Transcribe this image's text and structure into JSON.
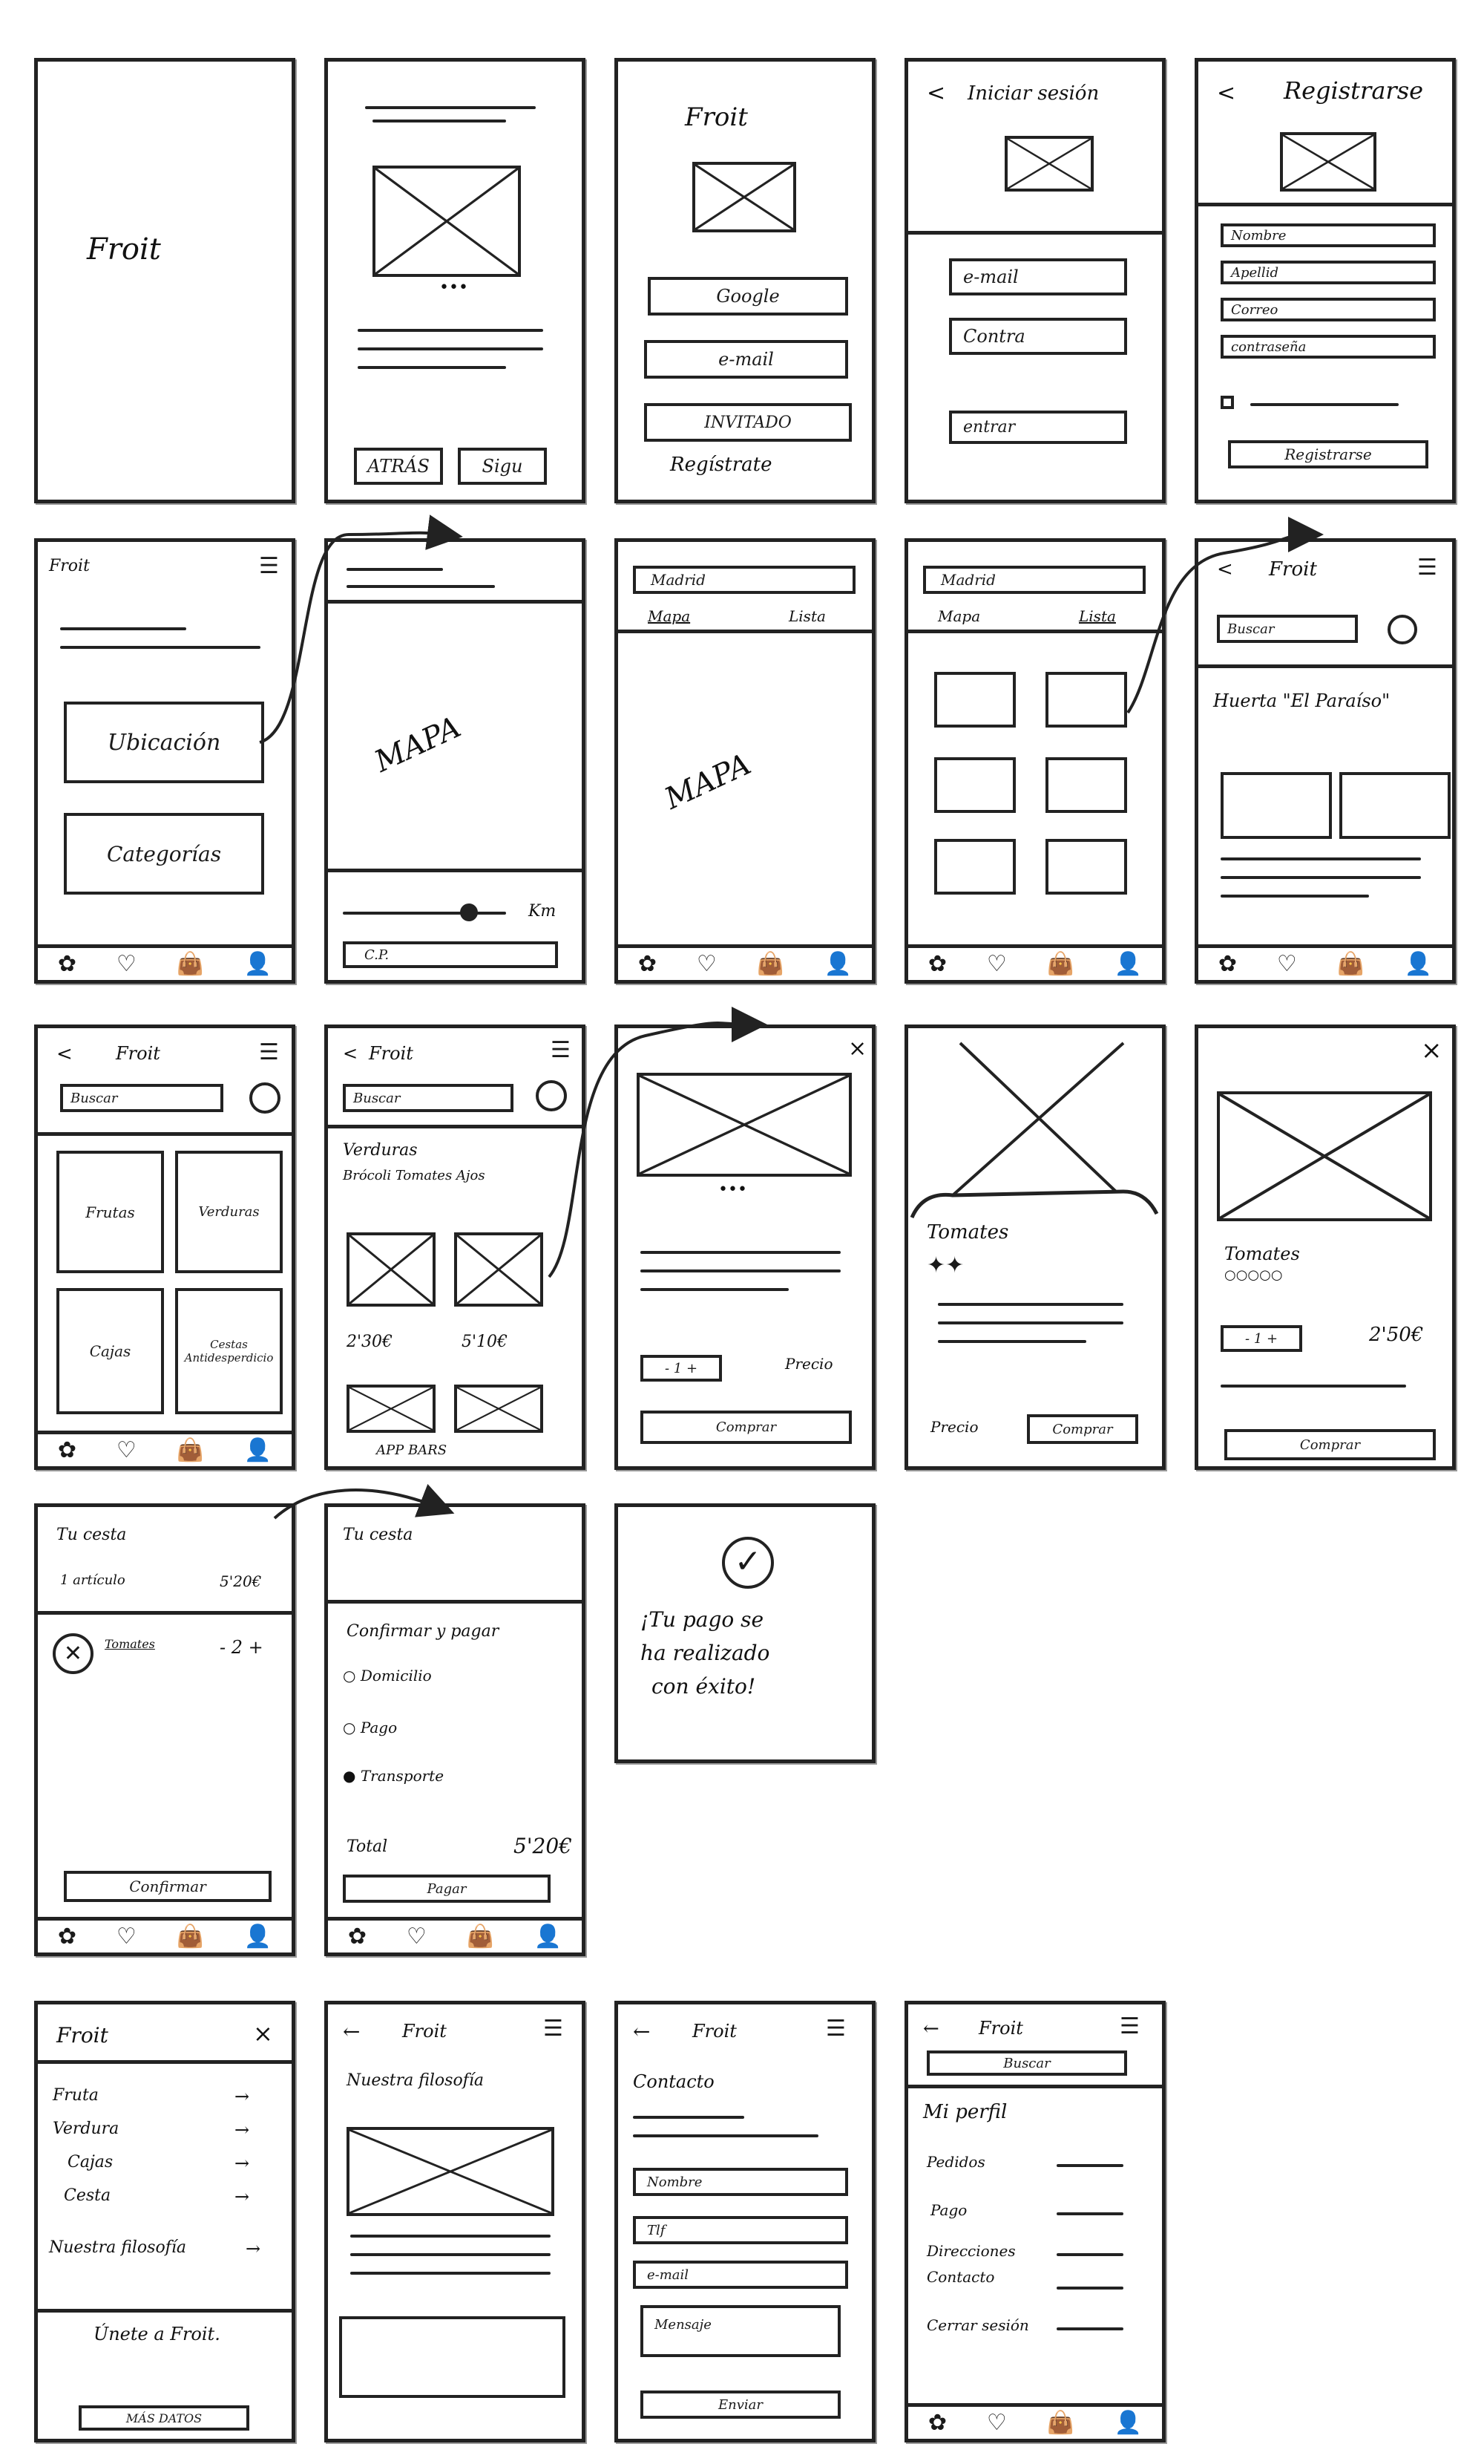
{
  "screens": {
    "splash": {
      "logo": "Froit"
    },
    "onboarding": {
      "dots": "•••",
      "back": "ATRÁS",
      "next": "Sigu"
    },
    "welcome": {
      "logo": "Froit",
      "google": "Google",
      "email": "e-mail",
      "guest": "INVITADO",
      "register": "Regístrate"
    },
    "login": {
      "back": "<",
      "title": "Iniciar sesión",
      "email": "e-mail",
      "password": "Contra",
      "enter": "entrar"
    },
    "signup": {
      "back": "<",
      "title": "Registrarse",
      "name": "Nombre",
      "surname": "Apellid",
      "mail": "Correo",
      "password": "contraseña",
      "submit": "Registrarse"
    },
    "home": {
      "logo": "Froit",
      "location": "Ubicación",
      "categories": "Categorías"
    },
    "map_select": {
      "map": "MAPA",
      "km": "Km",
      "cp": "C.P."
    },
    "map_view": {
      "city": "Madrid",
      "tab_map": "Mapa",
      "tab_list": "Lista",
      "map": "MAPA"
    },
    "list_view": {
      "city": "Madrid",
      "tab_map": "Mapa",
      "tab_list": "Lista"
    },
    "farm": {
      "back": "<",
      "logo": "Froit",
      "search": "Buscar",
      "farm_name": "Huerta \"El Paraíso\""
    },
    "categories": {
      "back": "<",
      "logo": "Froit",
      "search": "Buscar",
      "c1": "Frutas",
      "c2": "Verduras",
      "c3": "Cajas",
      "c4": "Cestas Antidesperdicio"
    },
    "vegetables": {
      "back": "<",
      "logo": "Froit",
      "search": "Buscar",
      "title": "Verduras",
      "filters": "Brócoli Tomates Ajos",
      "price1": "2'30€",
      "price2": "5'10€",
      "footer": "APP BARS"
    },
    "product_modal": {
      "close": "×",
      "dots": "•••",
      "stepper": "- 1 +",
      "price": "Precio",
      "buy": "Comprar"
    },
    "product_sheet": {
      "name": "Tomates",
      "price": "Precio",
      "buy": "Comprar"
    },
    "product_detail": {
      "close": "×",
      "name": "Tomates",
      "stepper": "- 1 +",
      "price": "2'50€",
      "buy": "Comprar"
    },
    "cart": {
      "title": "Tu cesta",
      "items": "1 artículo",
      "total": "5'20€",
      "product": "Tomates",
      "stepper": "- 2 +",
      "confirm": "Confirmar"
    },
    "checkout": {
      "title": "Tu cesta",
      "heading": "Confirmar y pagar",
      "o1": "Domicilio",
      "o2": "Pago",
      "o3": "Transporte",
      "total_label": "Total",
      "total": "5'20€",
      "pay": "Pagar"
    },
    "success": {
      "msg1": "¡Tu pago se",
      "msg2": "ha realizado",
      "msg3": "con éxito!"
    },
    "menu": {
      "logo": "Froit",
      "close": "×",
      "m1": "Fruta",
      "m2": "Verdura",
      "m3": "Cajas",
      "m4": "Cesta",
      "m5": "Nuestra filosofía",
      "join": "Únete a Froit.",
      "more": "MÁS DATOS"
    },
    "philosophy": {
      "back": "←",
      "logo": "Froit",
      "title": "Nuestra filosofía"
    },
    "contact": {
      "back": "←",
      "logo": "Froit",
      "title": "Contacto",
      "name": "Nombre",
      "phone": "Tlf",
      "email": "e-mail",
      "message": "Mensaje",
      "send": "Enviar"
    },
    "profile": {
      "back": "←",
      "logo": "Froit",
      "search": "Buscar",
      "title": "Mi perfil",
      "p1": "Pedidos",
      "p2": "Pago",
      "p3": "Direcciones",
      "p4": "Contacto",
      "p5": "Cerrar sesión"
    }
  },
  "icons": {
    "tab1": "grid-icon",
    "tab2": "heart-icon",
    "tab3": "bag-icon",
    "tab4": "user-icon"
  }
}
